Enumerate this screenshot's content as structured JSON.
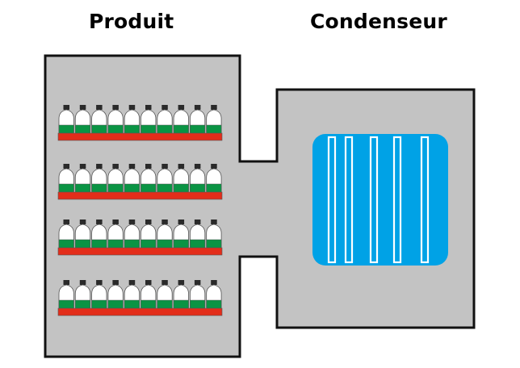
{
  "labels": {
    "product": "Produit",
    "condenser": "Condenseur"
  },
  "product_chamber": {
    "rows": 4,
    "bottles_per_row": 10
  },
  "condenser": {
    "tubes": 5
  },
  "colors": {
    "chamber_fill": "#c3c3c3",
    "outline": "#111111",
    "condenser_blue": "#00a2e6",
    "tray_red": "#e32d1a",
    "liquid_green": "#0a9444",
    "cap_black": "#2a2a2a",
    "bottle_white": "#ffffff"
  }
}
